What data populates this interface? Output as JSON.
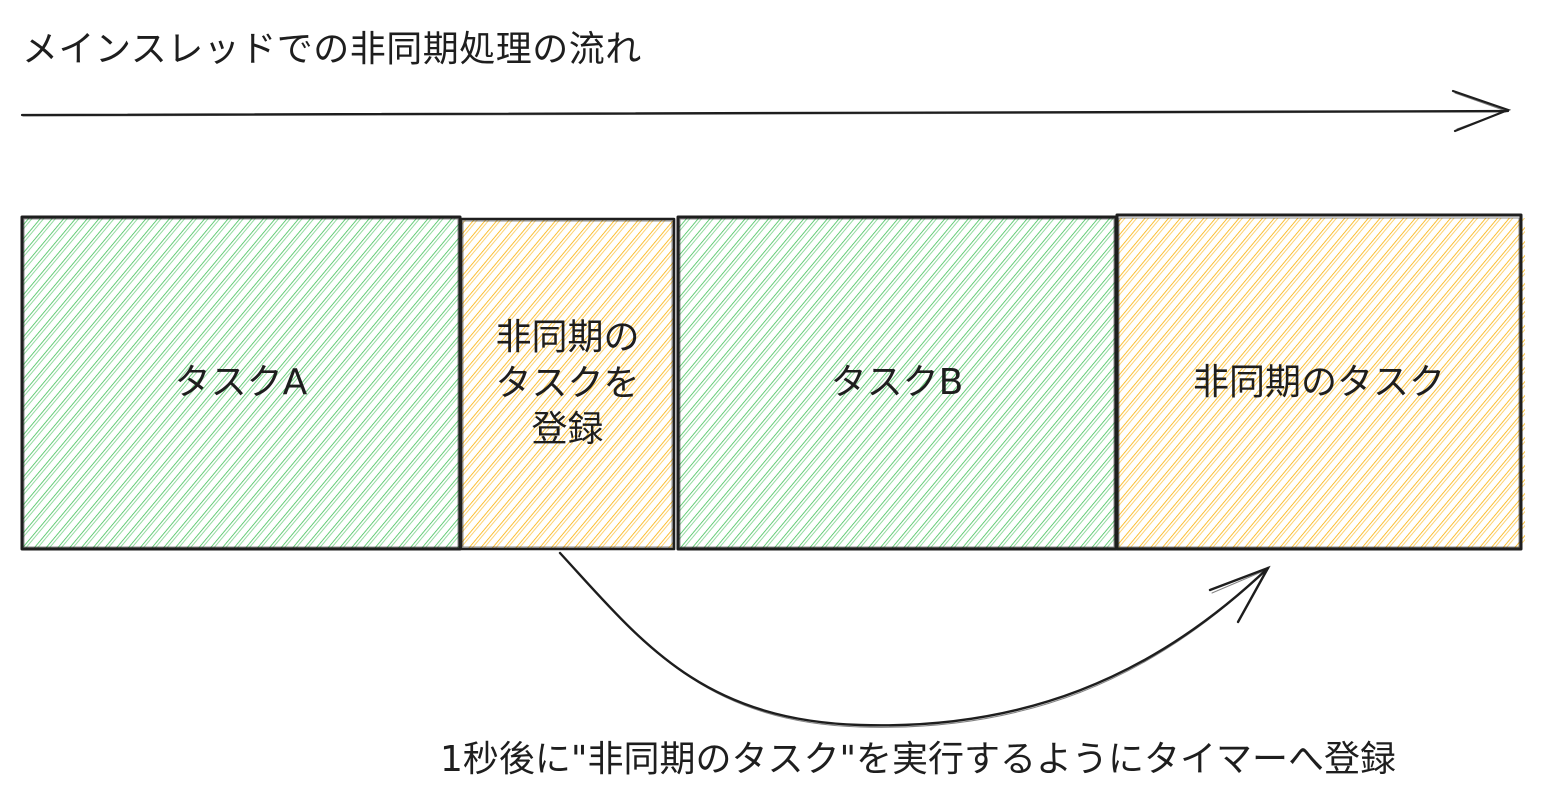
{
  "diagram": {
    "title": "メインスレッドでの非同期処理の流れ",
    "timeline_arrow": {
      "direction": "right",
      "stroke": "#1e1e1e"
    },
    "boxes": [
      {
        "id": "task-a",
        "label": "タスクA",
        "fill": "#40c057",
        "kind": "sync"
      },
      {
        "id": "register-async",
        "label_lines": [
          "非同期の",
          "タスクを",
          "登録"
        ],
        "fill": "#fab005",
        "kind": "async-register"
      },
      {
        "id": "task-b",
        "label": "タスクB",
        "fill": "#40c057",
        "kind": "sync"
      },
      {
        "id": "async-task",
        "label": "非同期のタスク",
        "fill": "#fab005",
        "kind": "async"
      }
    ],
    "curved_arrow": {
      "from": "register-async",
      "to": "async-task"
    },
    "caption": "1秒後に\"非同期のタスク\"を実行するようにタイマーへ登録"
  },
  "colors": {
    "stroke": "#1e1e1e",
    "green_hatch": "#40c057",
    "yellow_hatch": "#fab005",
    "background": "#ffffff"
  }
}
